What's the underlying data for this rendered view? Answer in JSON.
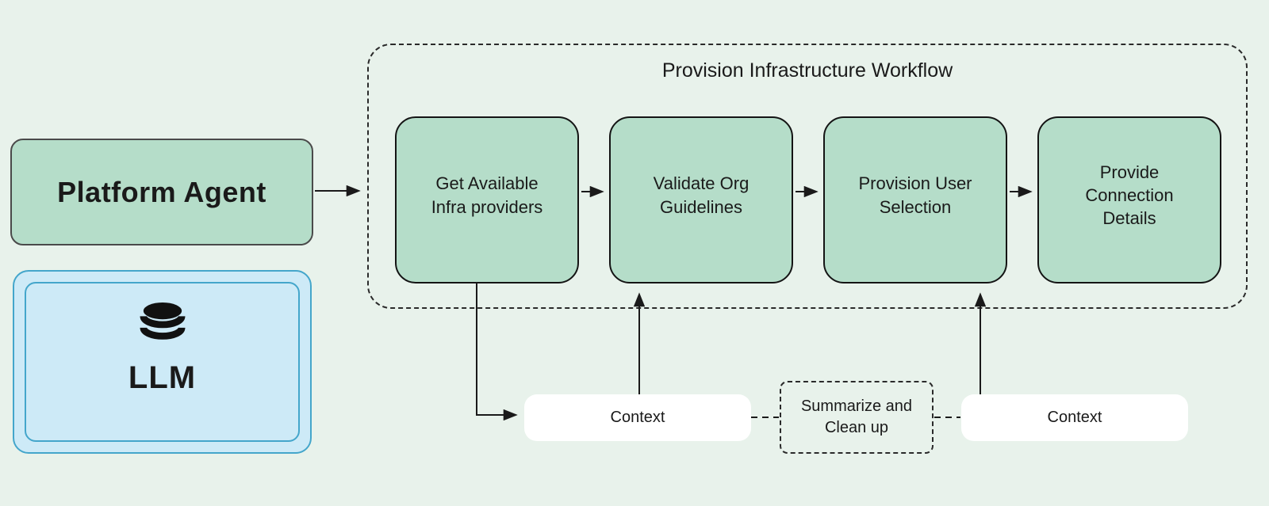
{
  "colors": {
    "background": "#e8f2eb",
    "node_green_fill": "#b5ddc9",
    "platform_border": "#4a4a4a",
    "step_border": "#141414",
    "llm_fill": "#cdeaf7",
    "llm_border": "#44a6cb",
    "white_node_fill": "#ffffff",
    "line_and_text": "#1a1a1a"
  },
  "platform_agent": {
    "label": "Platform Agent"
  },
  "llm": {
    "label": "LLM",
    "icon": "database-icon"
  },
  "workflow": {
    "title": "Provision Infrastructure Workflow",
    "steps": [
      {
        "label": "Get Available\nInfra providers"
      },
      {
        "label": "Validate Org\nGuidelines"
      },
      {
        "label": "Provision User\nSelection"
      },
      {
        "label": "Provide\nConnection\nDetails"
      }
    ]
  },
  "context_flow": {
    "context_left": {
      "label": "Context"
    },
    "summarize": {
      "label": "Summarize and\nClean up"
    },
    "context_right": {
      "label": "Context"
    }
  }
}
